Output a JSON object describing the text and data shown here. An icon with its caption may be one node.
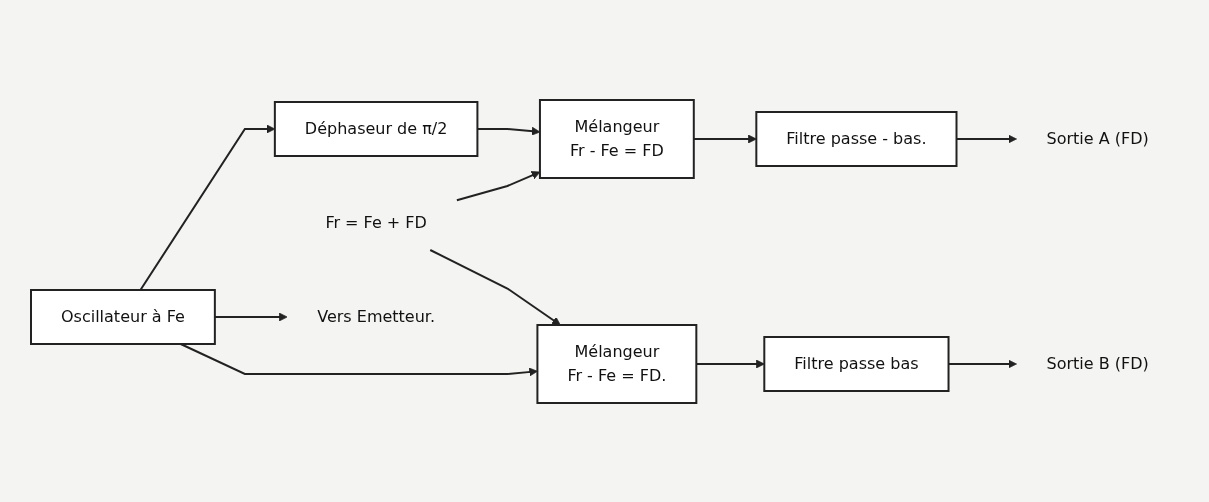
{
  "diagram": {
    "nodes": [
      {
        "text": [
          "Fr = Fe + FD"
        ]
      },
      {
        "text": [
          "Mélangeur",
          "Fr - Fe = FD"
        ]
      },
      {
        "text": [
          "Filtre passe - bas."
        ]
      },
      {
        "text": [
          "Sortie A (FD)"
        ]
      },
      {
        "text": [
          "Déphaseur de π/2"
        ]
      },
      {
        "text": [
          "Oscillateur à Fe"
        ]
      },
      {
        "text": [
          "Vers Emetteur."
        ]
      },
      {
        "text": [
          "Mélangeur",
          "Fr - Fe = FD."
        ]
      },
      {
        "text": [
          "Filtre passe bas"
        ]
      },
      {
        "text": [
          "Sortie B (FD)"
        ]
      }
    ],
    "edges": [
      {
        "from": 0,
        "to": 1,
        "arrow": "to"
      },
      {
        "from": 1,
        "to": 2,
        "arrow": "to"
      },
      {
        "from": 2,
        "to": 3,
        "arrow": "to"
      },
      {
        "from": 4,
        "to": 1,
        "arrow": "to"
      },
      {
        "from": 5,
        "to": 4,
        "arrow": "to"
      },
      {
        "from": 5,
        "to": 6,
        "arrow": "to"
      },
      {
        "from": 5,
        "to": 7,
        "arrow": "to"
      },
      {
        "from": 0,
        "to": 7,
        "arrow": "to"
      },
      {
        "from": 7,
        "to": 8,
        "arrow": "to"
      },
      {
        "from": 8,
        "to": 9,
        "arrow": "to"
      }
    ]
  }
}
